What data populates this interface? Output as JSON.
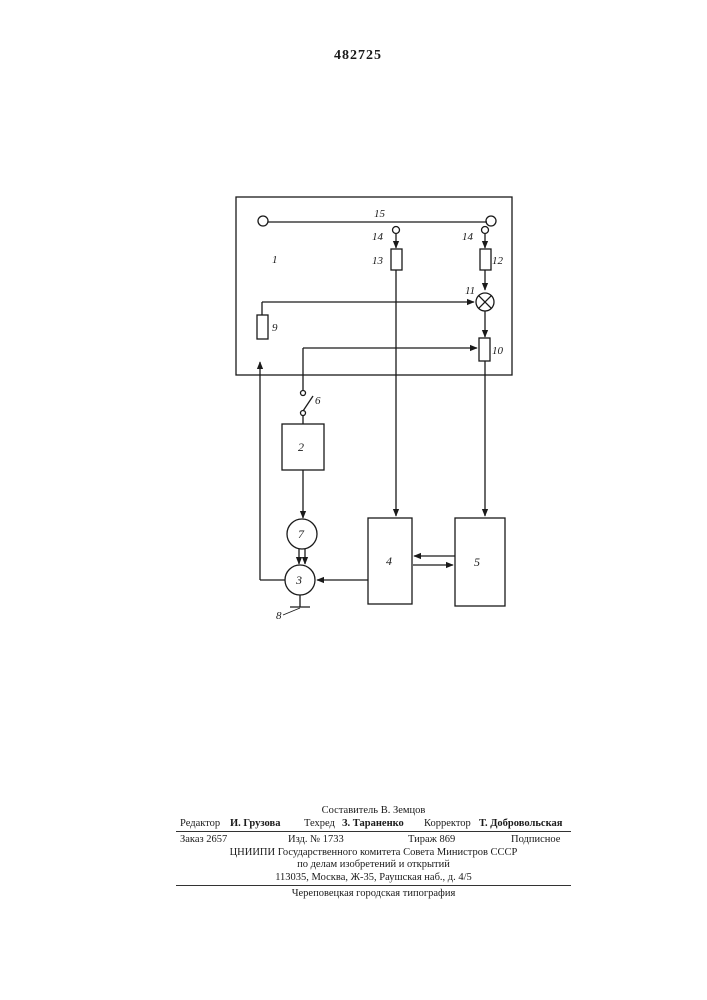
{
  "page_number": "482725",
  "diagram": {
    "labels": {
      "l15": "15",
      "l14a": "14",
      "l14b": "14",
      "l13": "13",
      "l12": "12",
      "l1": "1",
      "l11": "11",
      "l9": "9",
      "l10": "10",
      "l6": "6",
      "l2": "2",
      "l7": "7",
      "l3": "3",
      "l4": "4",
      "l5": "5",
      "l8": "8"
    }
  },
  "footer": {
    "compiler": "Составитель В. Земцов",
    "editor_label": "Редактор",
    "editor_name": "И. Грузова",
    "techred_label": "Техред",
    "techred_name": "З. Тараненко",
    "corrector_label": "Корректор",
    "corrector_name": "Т. Добровольская",
    "order": "Заказ 2657",
    "edition": "Изд. № 1733",
    "print_run": "Тираж 869",
    "subscription": "Подписное",
    "org_line1": "ЦНИИПИ Государственного комитета Совета Министров СССР",
    "org_line2": "по делам изобретений и открытий",
    "address": "113035, Москва, Ж-35, Раушская наб., д. 4/5",
    "printer": "Череповецкая городская типография"
  }
}
